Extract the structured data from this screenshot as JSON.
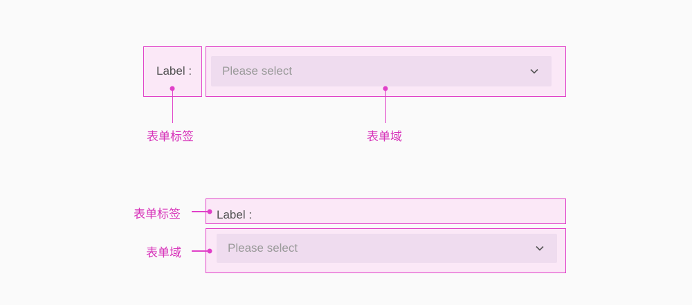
{
  "colors": {
    "accent": "#e040c8",
    "annotation_text": "#d733b9",
    "box_fill": "#fbe8f7",
    "select_fill": "#efdcef",
    "label_text": "#505050",
    "placeholder_text": "#9a9a9a"
  },
  "horizontal_layout": {
    "label": "Label :",
    "select_placeholder": "Please select",
    "select_icon": "chevron-down-icon",
    "annotation_label": "表单标签",
    "annotation_field": "表单域"
  },
  "vertical_layout": {
    "label": "Label :",
    "select_placeholder": "Please select",
    "select_icon": "chevron-down-icon",
    "annotation_label": "表单标签",
    "annotation_field": "表单域"
  }
}
